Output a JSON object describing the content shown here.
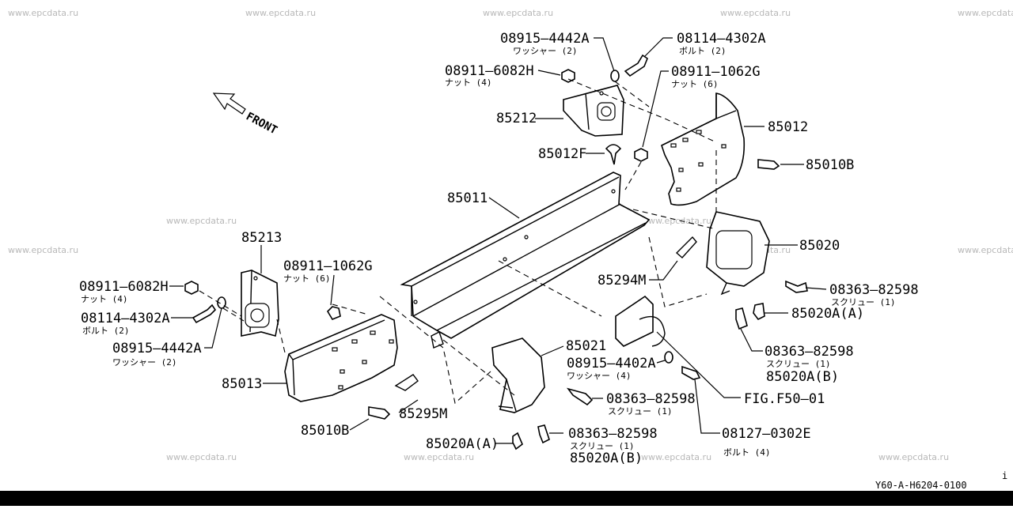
{
  "watermark": "www.epcdata.ru",
  "front_label": "FRONT",
  "diagram_code": "Y60-A-H6204-0100",
  "corner_mark": "i",
  "labels": {
    "p08915_4442A_top": "08915–4442A",
    "p08915_4442A_top_sub": "ワッシャー (2)",
    "p08114_4302A_top": "08114–4302A",
    "p08114_4302A_top_sub": "ボルト (2)",
    "p08911_6082H_top": "08911–6082H",
    "p08911_6082H_top_sub": "ナット (4)",
    "p08911_1062G_top": "08911–1062G",
    "p08911_1062G_top_sub": "ナット (6)",
    "p85212": "85212",
    "p85012": "85012",
    "p85012F": "85012F",
    "p85010B_right": "85010B",
    "p85011": "85011",
    "p85020": "85020",
    "p85213": "85213",
    "p08911_1062G_left": "08911–1062G",
    "p08911_1062G_left_sub": "ナット (6)",
    "p08911_6082H_left": "08911–6082H",
    "p08911_6082H_left_sub": "ナット (4)",
    "p08114_4302A_left": "08114–4302A",
    "p08114_4302A_left_sub": "ボルト (2)",
    "p08915_4442A_left": "08915–4442A",
    "p08915_4442A_left_sub": "ワッシャー (2)",
    "p85294M": "85294M",
    "p08363_82598_r1": "08363–82598",
    "p08363_82598_r1_sub": "スクリュー (1)",
    "p85020A_A_right": "85020A(A)",
    "p08363_82598_r2": "08363–82598",
    "p08363_82598_r2_sub": "スクリュー (1)",
    "p85020A_B_right": "85020A(B)",
    "p85021": "85021",
    "p08915_4402A": "08915–4402A",
    "p08915_4402A_sub": "ワッシャー (4)",
    "p08363_82598_c": "08363–82598",
    "p08363_82598_c_sub": "スクリュー (1)",
    "fig_ref": "FIG.F50–01",
    "p85013": "85013",
    "p85295M": "85295M",
    "p85010B_left": "85010B",
    "p85020A_A_bottom": "85020A(A)",
    "p08363_82598_b": "08363–82598",
    "p08363_82598_b_sub": "スクリュー (1)",
    "p85020A_B_bottom": "85020A(B)",
    "p08127_0302E": "08127–0302E",
    "p08127_0302E_sub": "ボルト (4)"
  },
  "colors": {
    "line": "#000000",
    "watermark": "#b8b8b8",
    "background": "#ffffff"
  }
}
